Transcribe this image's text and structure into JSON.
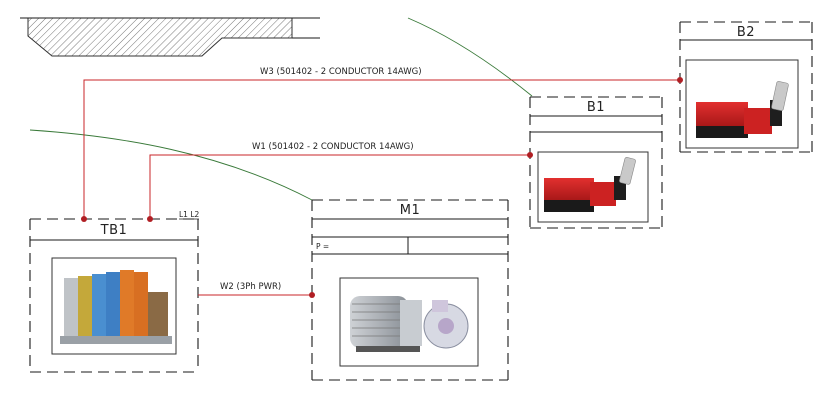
{
  "components": {
    "b2": {
      "tag": "B2"
    },
    "b1": {
      "tag": "B1"
    },
    "m1": {
      "tag": "M1",
      "param": "P ="
    },
    "tb1": {
      "tag": "TB1",
      "terminals": "L1 L2"
    }
  },
  "wires": {
    "w3": "W3 (501402 - 2 CONDUCTOR 14AWG)",
    "w1": "W1 (501402 - 2 CONDUCTOR 14AWG)",
    "w2": "W2 (3Ph PWR)"
  },
  "colors": {
    "wire": "#c8252a",
    "node": "#b01e23",
    "boundary": "#3a7a3a"
  },
  "icons": {
    "b2": "safety-switch-icon",
    "b1": "safety-switch-icon",
    "m1": "motor-pump-icon",
    "tb1": "terminal-block-icon"
  }
}
